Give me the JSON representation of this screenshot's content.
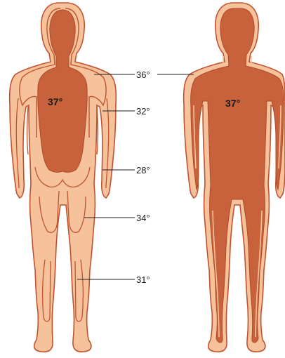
{
  "colors": {
    "background": "#ffffff",
    "skin_outline": "#c0532f",
    "shell_light": "#f5c29b",
    "core_dark": "#c7623c",
    "label_line": "#222222"
  },
  "figures": {
    "cold": {
      "core_label": "37°"
    },
    "warm": {
      "core_label": "37°"
    }
  },
  "labels": {
    "t36": "36°",
    "t32": "32°",
    "t28": "28°",
    "t34": "34°",
    "t31": "31°"
  }
}
